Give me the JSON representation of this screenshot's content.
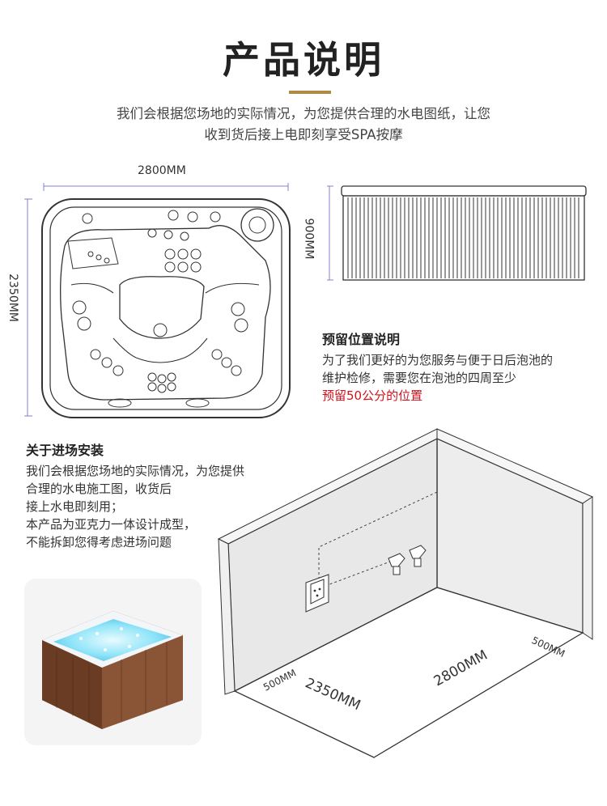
{
  "header": {
    "title": "产品说明",
    "intro_line1": "我们会根据您场地的实际情况，为您提供合理的水电图纸，让您",
    "intro_line2": "收到货后接上电即刻享受SPA按摩"
  },
  "top_view": {
    "width_label": "2800MM",
    "length_label": "2350MM"
  },
  "side_view": {
    "height_label": "900MM"
  },
  "reserve": {
    "title": "预留位置说明",
    "line1": "为了我们更好的为您服务与便于日后泡池的",
    "line2": "维护检修，需要您在泡池的四周至少",
    "line3_red": "预留50公分的位置"
  },
  "install": {
    "title": "关于进场安装",
    "lines": [
      "我们会根据您场地的实际情况，为您提供",
      "合理的水电施工图，收货后",
      "接上水电即刻用；",
      "本产品为亚克力一体设计成型，",
      "不能拆卸您得考虑进场问题"
    ]
  },
  "room_diagram": {
    "gap_left": "500MM",
    "length": "2350MM",
    "width": "2800MM",
    "gap_right": "500MM"
  }
}
